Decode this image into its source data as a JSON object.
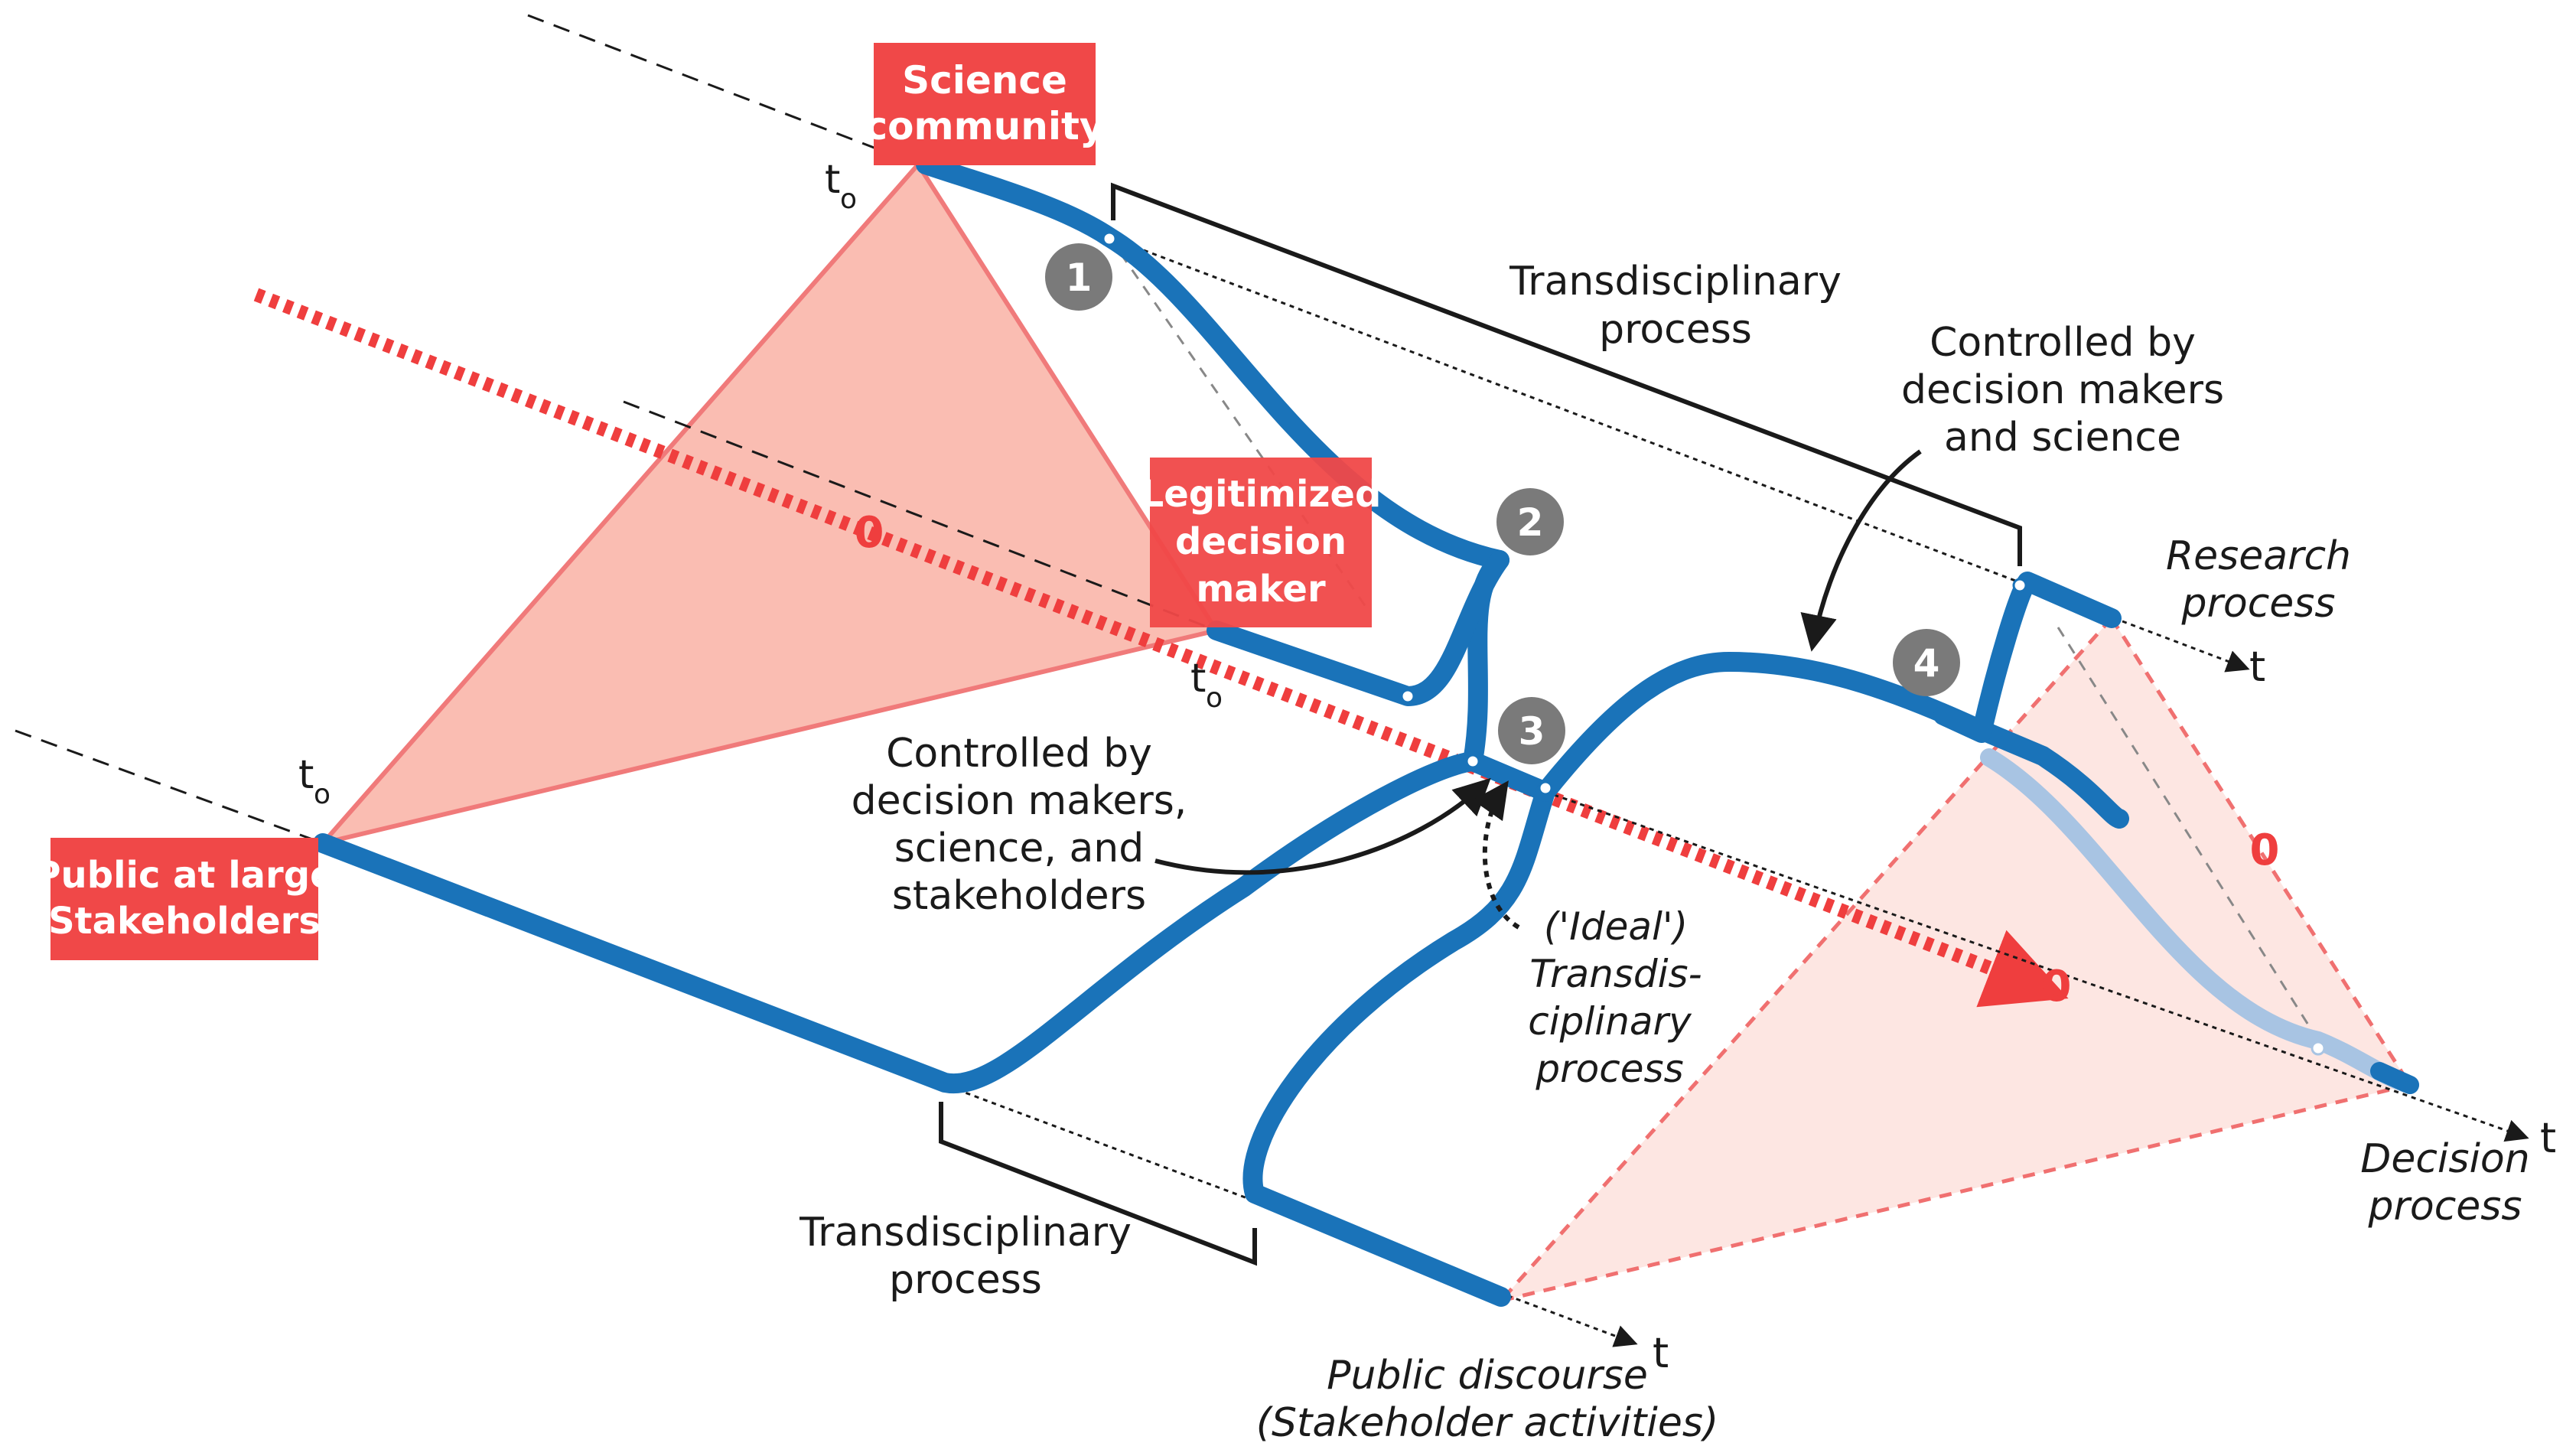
{
  "actors": {
    "science_community": {
      "line1": "Science",
      "line2": "community"
    },
    "decision_maker": {
      "line1": "Legitimized",
      "line2": "decision",
      "line3": "maker"
    },
    "public": {
      "line1": "Public at large",
      "line2": "(Stakeholders)"
    }
  },
  "time_labels": {
    "t0_science": "t",
    "t0_decision": "t",
    "t0_public": "t",
    "subscript": "o",
    "t_research": "t",
    "t_decision": "t",
    "t_public": "t"
  },
  "process_labels": {
    "td_top_line1": "Transdisciplinary",
    "td_top_line2": "process",
    "td_bottom_line1": "Transdisciplinary",
    "td_bottom_line2": "process",
    "ideal_line1": "('Ideal')",
    "ideal_line2": "Transdis-",
    "ideal_line3": "ciplinary",
    "ideal_line4": "process",
    "research_line1": "Research",
    "research_line2": "process",
    "decision_line1": "Decision",
    "decision_line2": "process",
    "public_line1": "Public discourse",
    "public_line2": "(Stakeholder activities)"
  },
  "annotations": {
    "ctrl_dms_line1": "Controlled by",
    "ctrl_dms_line2": "decision makers",
    "ctrl_dms_line3": "and science",
    "ctrl_all_line1": "Controlled by",
    "ctrl_all_line2": "decision makers,",
    "ctrl_all_line3": "science, and",
    "ctrl_all_line4": "stakeholders"
  },
  "badges": {
    "b1": "1",
    "b2": "2",
    "b3": "3",
    "b4": "4"
  },
  "markers": {
    "origin_1": "0",
    "origin_2": "0",
    "origin_3": "0"
  },
  "colors": {
    "process_blue": "#1a73b9",
    "process_blue_faded": "#a8c4e3",
    "actor_red": "#f04848",
    "triangle_fill": "#f8a898",
    "triangle_fill_faded": "#fde6e2",
    "badge_gray": "#7a7a7a"
  }
}
